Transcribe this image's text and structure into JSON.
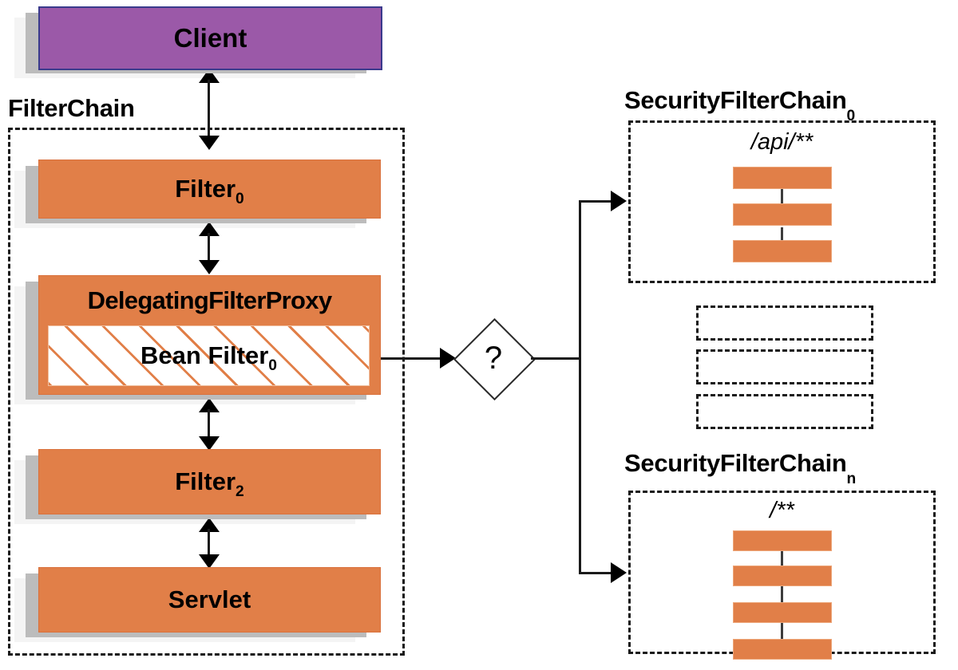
{
  "diagram": {
    "title": "Spring Security FilterChain / SecurityFilterChain delegation",
    "colors": {
      "orange": "#e17f48",
      "purple": "#9b59a8",
      "purple_border": "#3a3a8c",
      "shadow_near": "#bcbcbc",
      "shadow_far": "#f4f4f4",
      "line": "#1a1a1a",
      "hatch_stripe": "#e17f48"
    }
  },
  "client": {
    "label": "Client"
  },
  "filter_chain": {
    "group_label": "FilterChain",
    "nodes": [
      {
        "label": "Filter",
        "sub": "0",
        "kind": "filter"
      },
      {
        "label": "DelegatingFilterProxy",
        "sub": "",
        "kind": "proxy"
      },
      {
        "label": "Bean Filter",
        "sub": "0",
        "kind": "bean-filter-hatched"
      },
      {
        "label": "Filter",
        "sub": "2",
        "kind": "filter"
      },
      {
        "label": "Servlet",
        "sub": "",
        "kind": "servlet"
      }
    ]
  },
  "decision": {
    "label": "?"
  },
  "security_chains": [
    {
      "title_base": "SecurityFilterChain",
      "title_sub": "0",
      "pattern": "/api/**",
      "filter_count": 3
    },
    {
      "title_base": "SecurityFilterChain",
      "title_sub": "n",
      "pattern": "/**",
      "filter_count": 4
    }
  ],
  "placeholders": {
    "count": 3,
    "label": ""
  }
}
